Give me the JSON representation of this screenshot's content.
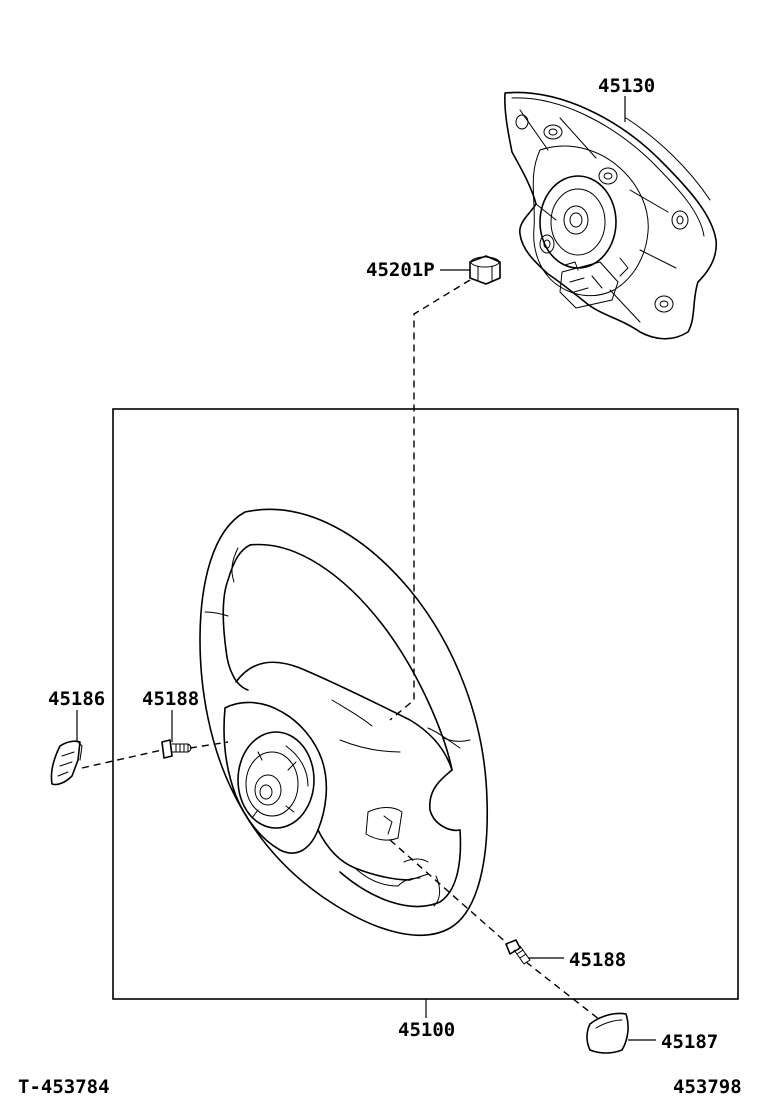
{
  "diagram": {
    "callouts": {
      "p45130": "45130",
      "p45201p": "45201P",
      "p45186": "45186",
      "p45188_left": "45188",
      "p45188_right": "45188",
      "p45100": "45100",
      "p45187": "45187"
    },
    "footer": {
      "left_code": "T-453784",
      "right_code": "453798"
    }
  }
}
